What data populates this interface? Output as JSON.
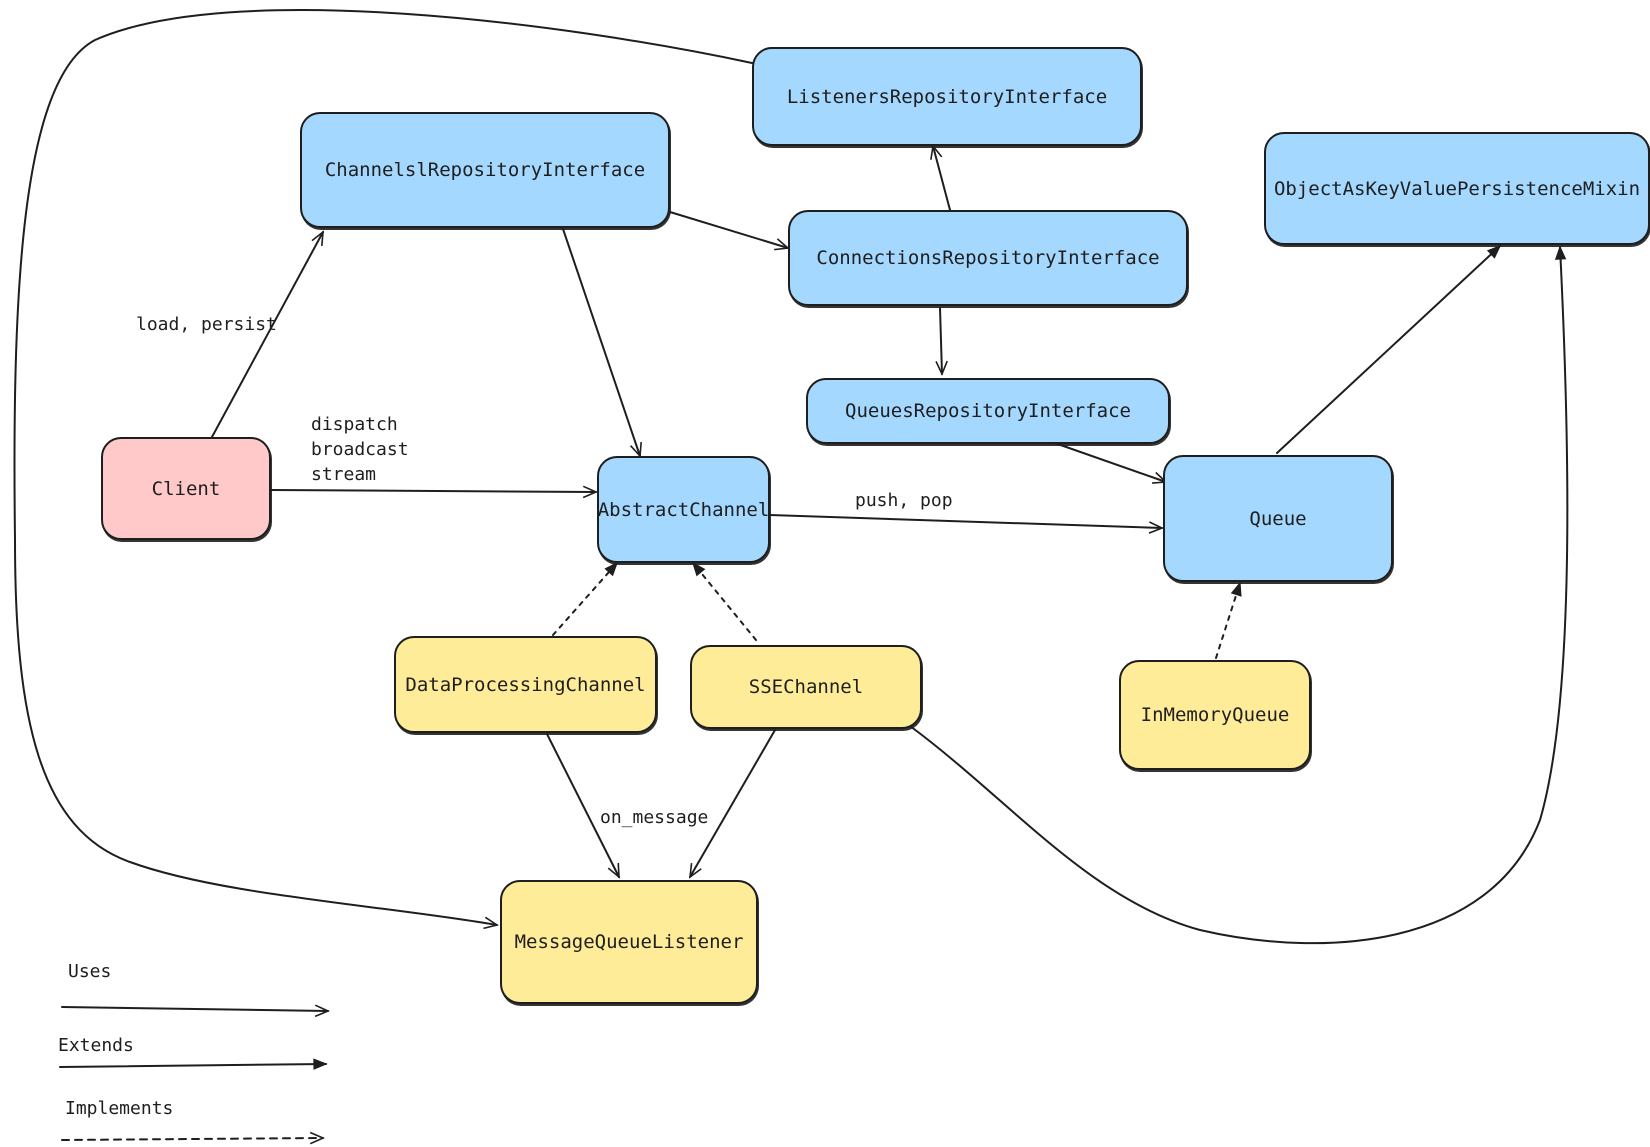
{
  "nodes": {
    "listeners_repo": "ListenersRepositoryInterface",
    "channels_repo": "ChannelslRepositoryInterface",
    "connections_repo": "ConnectionsRepositoryInterface",
    "queues_repo": "QueuesRepositoryInterface",
    "object_mixin": "ObjectAsKeyValuePersistenceMixin",
    "client": "Client",
    "abstract_channel": "AbstractChannel",
    "queue": "Queue",
    "data_processing_channel": "DataProcessingChannel",
    "sse_channel": "SSEChannel",
    "in_memory_queue": "InMemoryQueue",
    "message_queue_listener": "MessageQueueListener"
  },
  "edge_labels": {
    "client_to_channels": "load, persist",
    "client_to_abstract": [
      "dispatch",
      "broadcast",
      "stream"
    ],
    "abstract_to_queue": "push, pop",
    "channels_to_listener": "on_message"
  },
  "legend": {
    "uses": "Uses",
    "extends": "Extends",
    "implements": "Implements"
  },
  "colors": {
    "interface_fill": "#a5d8ff",
    "implementation_fill": "#ffec99",
    "client_fill": "#ffc9c9",
    "stroke": "#1e1e1e"
  }
}
